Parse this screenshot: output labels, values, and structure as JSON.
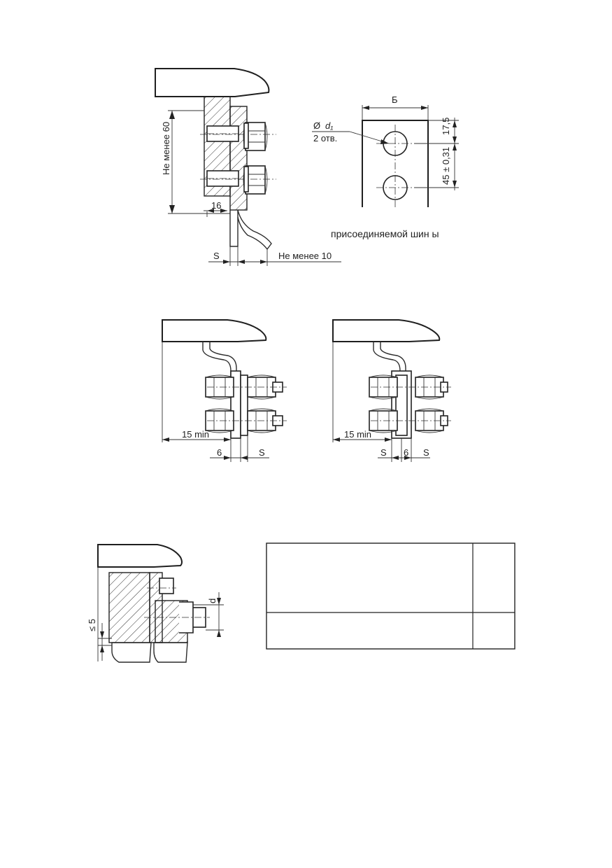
{
  "figure_top": {
    "dim_height_label": "Не менее 60",
    "dim_16_label": "16",
    "dim_s_label": "S",
    "dim_10_label": "Не менее 10"
  },
  "figure_plate": {
    "width_label": "Б",
    "hole_symbol": "Ø",
    "hole_dim_label": "d₁",
    "hole_count_label": "2 отв.",
    "dim_top_label": "17,5",
    "dim_pitch_label": "45 ± 0,31",
    "caption": "присоединяемой шин ы"
  },
  "figure_mid_left": {
    "dim_min_label": "15 min",
    "dim_6_label": "6",
    "dim_s_label": "S"
  },
  "figure_mid_right": {
    "dim_min_label": "15 min",
    "dim_s_left_label": "S",
    "dim_6_label": "6",
    "dim_s_right_label": "S"
  },
  "figure_bottom": {
    "dim_gap_label": "≤ 5",
    "dim_d_label": "d"
  },
  "table": {
    "rows": [
      {
        "c1": "",
        "c2": ""
      },
      {
        "c1": "",
        "c2": ""
      }
    ]
  }
}
